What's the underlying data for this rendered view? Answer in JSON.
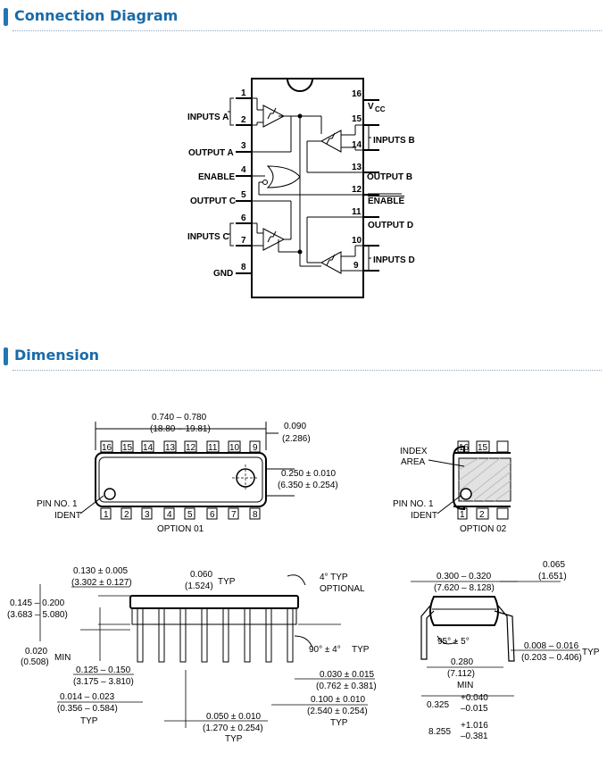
{
  "sections": {
    "connection_title": "Connection Diagram",
    "dimension_title": "Dimension"
  },
  "connection": {
    "left_pins": [
      {
        "num": "1",
        "label": ""
      },
      {
        "num": "2",
        "label": ""
      },
      {
        "num": "3",
        "label": "OUTPUT A"
      },
      {
        "num": "4",
        "label": "ENABLE"
      },
      {
        "num": "5",
        "label": "OUTPUT C"
      },
      {
        "num": "6",
        "label": ""
      },
      {
        "num": "7",
        "label": ""
      },
      {
        "num": "8",
        "label": "GND"
      }
    ],
    "right_pins": [
      {
        "num": "16",
        "label": "V"
      },
      {
        "num": "15",
        "label": ""
      },
      {
        "num": "14",
        "label": ""
      },
      {
        "num": "13",
        "label": "OUTPUT B"
      },
      {
        "num": "12",
        "label": "ENABLE"
      },
      {
        "num": "11",
        "label": "OUTPUT D"
      },
      {
        "num": "10",
        "label": ""
      },
      {
        "num": "9",
        "label": ""
      }
    ],
    "vcc_sub": "CC",
    "inputs_a": "INPUTS A",
    "inputs_b": "INPUTS B",
    "inputs_c": "INPUTS C",
    "inputs_d": "INPUTS D"
  },
  "dimension": {
    "top_length": "0.740 – 0.780",
    "top_length_mm": "(18.80 – 19.81)",
    "top_right": "0.090",
    "top_right_mm": "(2.286)",
    "body_width": "0.250 ± 0.010",
    "body_width_mm": "(6.350 ± 0.254)",
    "top_pins": [
      "16",
      "15",
      "14",
      "13",
      "12",
      "11",
      "10",
      "9"
    ],
    "bottom_pins": [
      "1",
      "2",
      "3",
      "4",
      "5",
      "6",
      "7",
      "8"
    ],
    "pin1_ident_1": "PIN NO. 1",
    "pin1_ident_2": "IDENT",
    "option1": "OPTION 01",
    "index_area_1": "INDEX",
    "index_area_2": "AREA",
    "opt2_pins": [
      "16",
      "15"
    ],
    "opt2_bottom_pins": [
      "1",
      "2"
    ],
    "option2": "OPTION 02",
    "side_top_a": "0.130 ± 0.005",
    "side_top_a_mm": "(3.302 ± 0.127)",
    "side_top_b": "0.060",
    "side_top_b_mm": "(1.524)",
    "typ": "TYP",
    "angle_top": "4° TYP",
    "optional": "OPTIONAL",
    "height": "0.145 – 0.200",
    "height_mm": "(3.683 – 5.080)",
    "min_h": "0.020",
    "min_h_mm": "(0.508)",
    "min": "MIN",
    "angle_bot": "90° ± 4°",
    "lead_len": "0.125 – 0.150",
    "lead_len_mm": "(3.175 – 3.810)",
    "lead_w": "0.014 – 0.023",
    "lead_w_mm": "(0.356 – 0.584)",
    "pitch_r": "0.030 ± 0.015",
    "pitch_r_mm": "(0.762 ± 0.381)",
    "pitch_100": "0.100 ± 0.010",
    "pitch_100_mm": "(2.540 ± 0.254)",
    "shoulder": "0.050 ± 0.010",
    "shoulder_mm": "(1.270 ± 0.254)",
    "end_w": "0.300 – 0.320",
    "end_w_mm": "(7.620 – 8.128)",
    "end_r": "0.065",
    "end_r_mm": "(1.651)",
    "angle_95": "95° ± 5°",
    "thick": "0.008 – 0.016",
    "thick_mm": "(0.203 – 0.406)",
    "row_sp": "0.280",
    "row_sp_mm": "(7.112)",
    "lead_sp": "0.325",
    "lead_sp_plus": "+0.040",
    "lead_sp_minus": "–0.015",
    "lead_sp_mm": "8.255",
    "lead_sp_mm_plus": "+1.016",
    "lead_sp_mm_minus": "–0.381"
  }
}
